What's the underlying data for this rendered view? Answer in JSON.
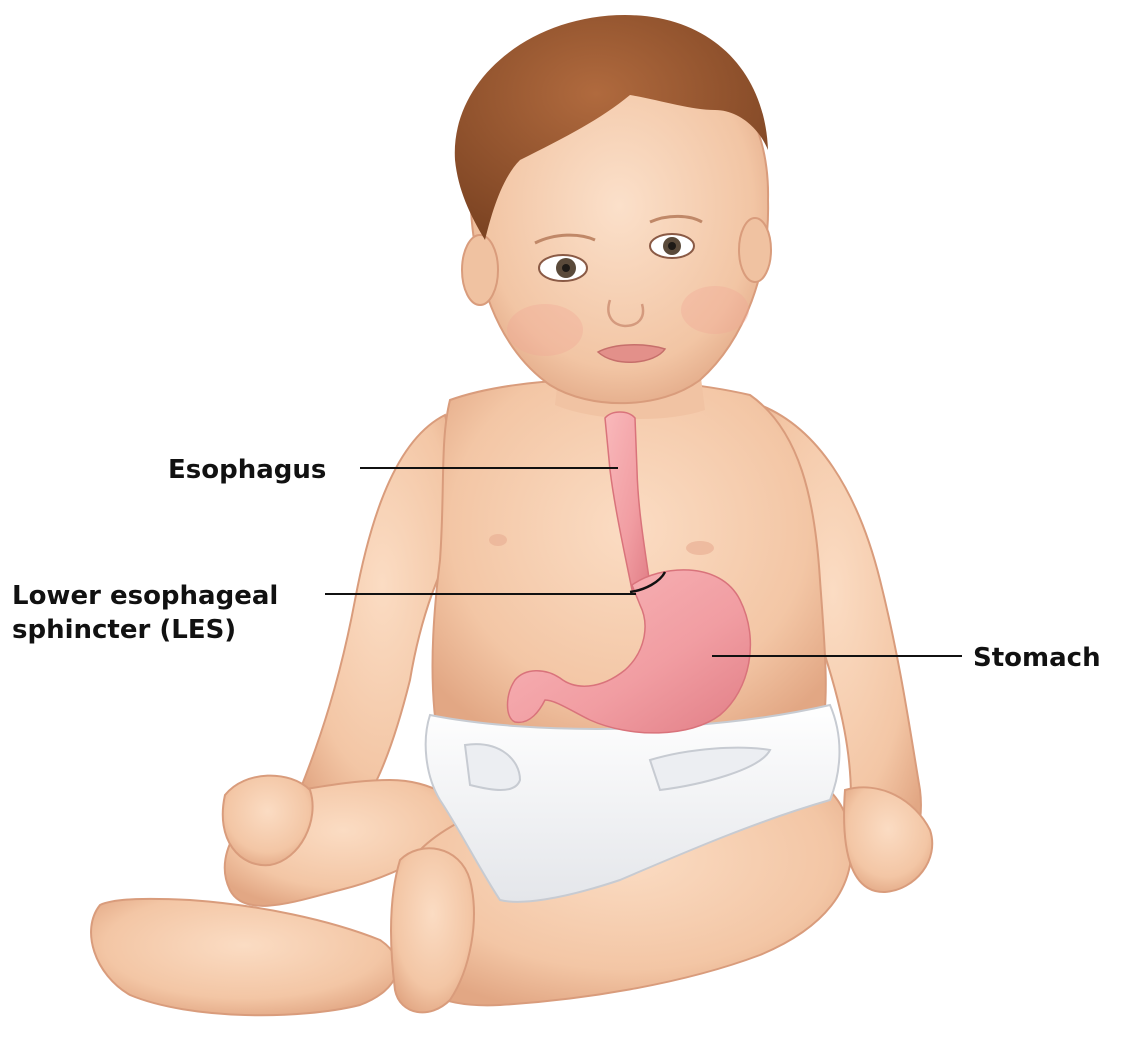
{
  "labels": {
    "esophagus": "Esophagus",
    "les_line1": "Lower esophageal",
    "les_line2": "sphincter (LES)",
    "stomach": "Stomach"
  },
  "colors": {
    "skin": "#f6cfb0",
    "skin_shadow": "#e3a98a",
    "hair": "#9a5a34",
    "organ": "#f3a2a6",
    "organ_dark": "#d9737b",
    "diaper": "#f4f5f7",
    "leader_line": "#111111"
  },
  "icons": [
    "infant-illustration",
    "esophagus-organ",
    "stomach-organ",
    "les-marker"
  ]
}
